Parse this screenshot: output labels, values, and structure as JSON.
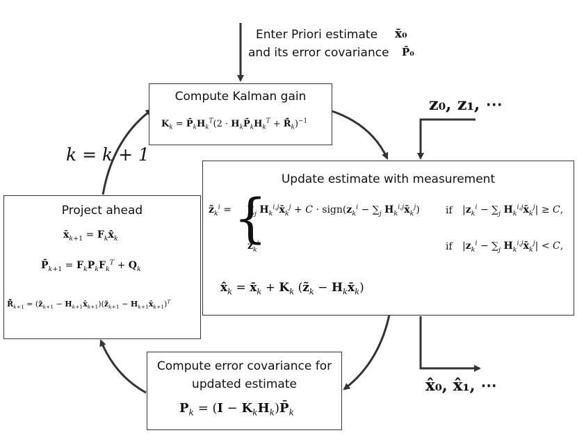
{
  "entry": {
    "line1": "Enter Priori estimate",
    "line2": "and its error covariance",
    "x0_symbol": "x̄₀",
    "p0_symbol": "P̄₀"
  },
  "gain_box": {
    "title": "Compute Kalman gain",
    "formula": "K_k = P̄_k H_k^T (2 · H_k P̄_k H_k^T + R̃̃_k)^{-1}"
  },
  "measurements": {
    "label": "z₀, z₁, ⋯"
  },
  "update_box": {
    "title": "Update estimate with measurement",
    "case1_cond": "if",
    "case2_cond": "if",
    "state_update": "x̂_k = x̄_k + K_k (z̃_k − H_k x̄_k)"
  },
  "project_box": {
    "title": "Project ahead"
  },
  "covariance_box": {
    "title_line1": "Compute error covariance for",
    "title_line2": "updated estimate",
    "formula": "P_k = (I − K_k H_k) P̄_k"
  },
  "loop": {
    "label": "k = k + 1"
  },
  "outputs": {
    "label": "x̂₀, x̂₁, ⋯"
  },
  "colors": {
    "line": "#333333",
    "text": "#111111",
    "background": "#ffffff"
  }
}
